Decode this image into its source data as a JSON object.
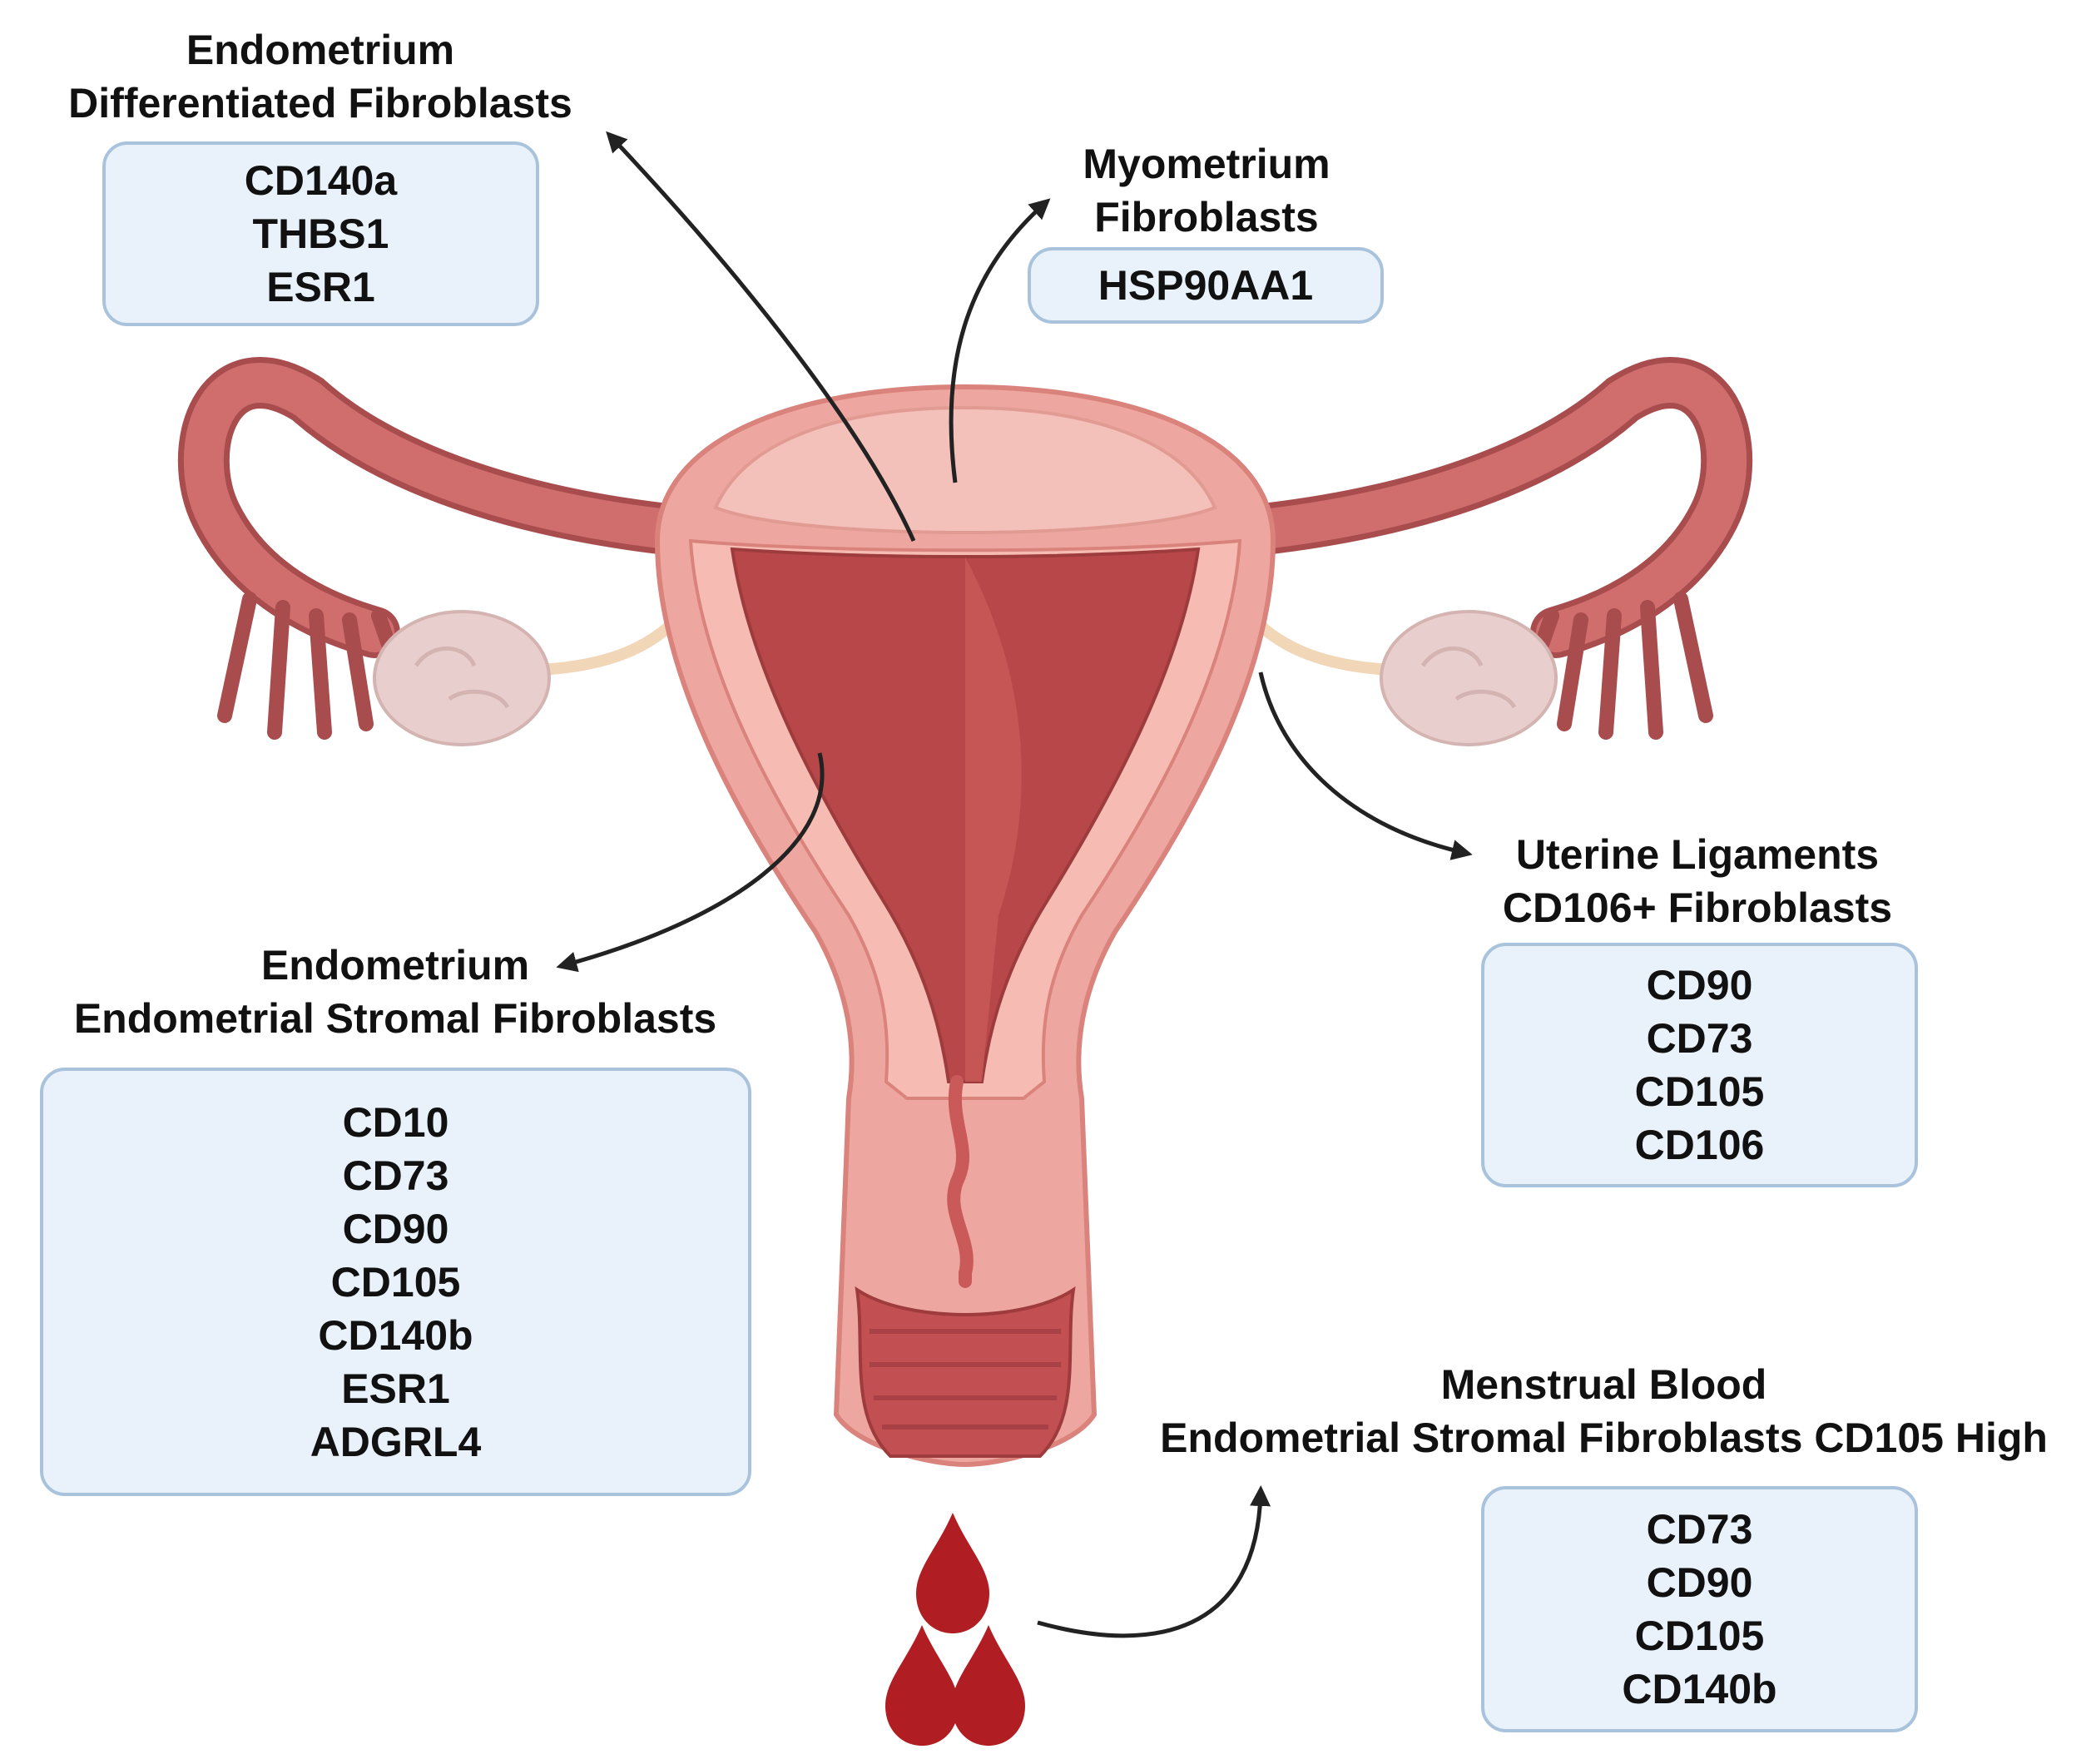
{
  "endometrium_differentiated": {
    "title_lines": [
      "Endometrium",
      "Differentiated Fibroblasts"
    ],
    "markers": [
      "CD140a",
      "THBS1",
      "ESR1"
    ]
  },
  "myometrium": {
    "title_lines": [
      "Myometrium",
      "Fibroblasts"
    ],
    "markers": [
      "HSP90AA1"
    ]
  },
  "uterine_ligaments": {
    "title_lines": [
      "Uterine Ligaments",
      "CD106+  Fibroblasts"
    ],
    "markers": [
      "CD90",
      "CD73",
      "CD105",
      "CD106"
    ]
  },
  "endometrium_stromal": {
    "title_lines": [
      "Endometrium",
      "Endometrial Stromal Fibroblasts"
    ],
    "markers": [
      "CD10",
      "CD73",
      "CD90",
      "CD105",
      "CD140b",
      "ESR1",
      "ADGRL4"
    ]
  },
  "menstrual_blood": {
    "title_lines": [
      "Menstrual Blood",
      "Endometrial Stromal Fibroblasts CD105 High"
    ],
    "markers": [
      "CD73",
      "CD90",
      "CD105",
      "CD140b"
    ]
  },
  "colors": {
    "uterus_outer": "#eea7a0",
    "uterus_wall": "#f3b3ab",
    "cavity": "#b8474a",
    "tube": "#cf6e6c",
    "ovary": "#e8cfcd",
    "blood": "#b01e24",
    "box_fill": "#e9f2fb",
    "box_border": "#a9c3dd"
  }
}
